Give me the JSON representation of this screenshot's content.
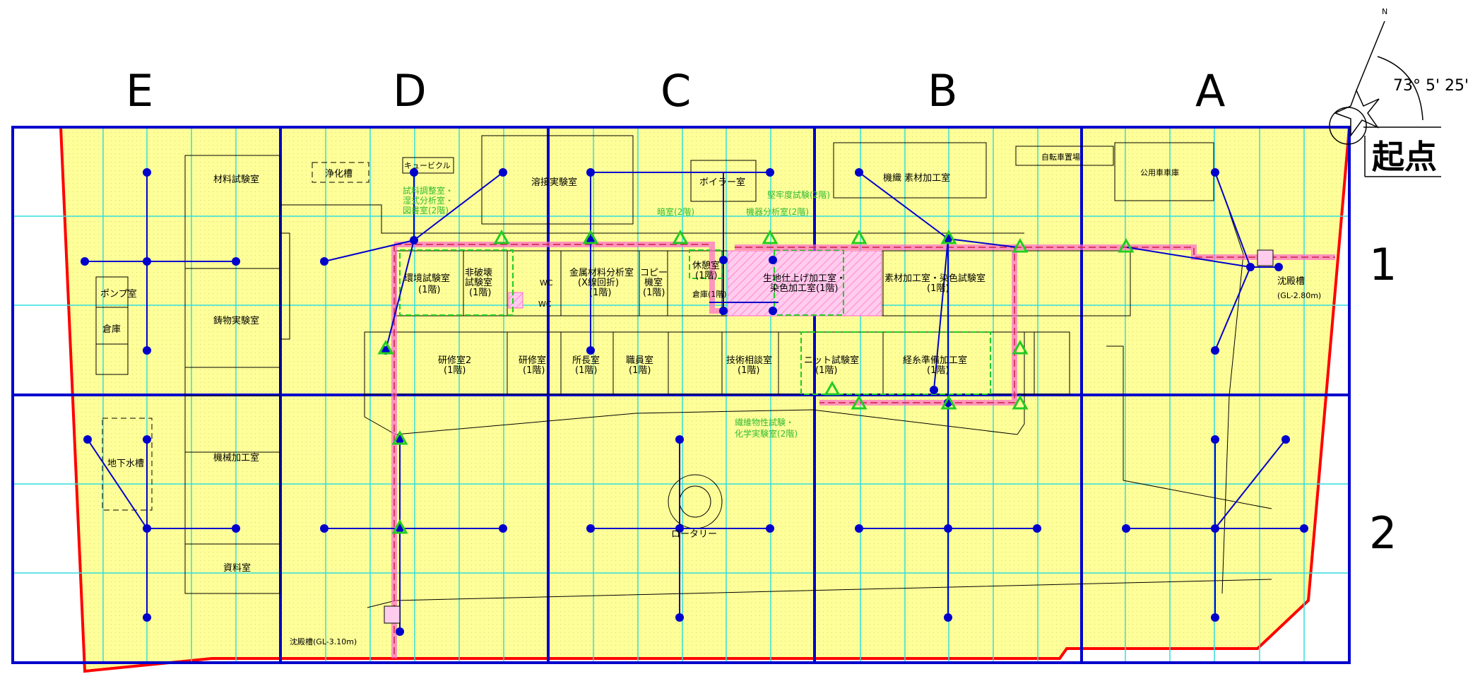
{
  "grid": {
    "columns": [
      "E",
      "D",
      "C",
      "B",
      "A"
    ],
    "rows": [
      "1",
      "2"
    ]
  },
  "origin": {
    "label": "起点",
    "angle": "73° 5' 25\"",
    "north": "N"
  },
  "rooms": {
    "zairyo": "材料試験室",
    "pump": "ポンプ室",
    "souko": "倉庫",
    "chuubutsu": "鋳物実験室",
    "chika": "地下水槽",
    "kikai": "機械加工室",
    "shiryo": "資料室",
    "joka": "浄化槽",
    "cubicle": "キュービクル",
    "yosetsu": "溶接実験室",
    "boiler": "ボイラー室",
    "kishoku": "機織 素材加工室",
    "jitensha": "自転車置場",
    "koyosha": "公用車車庫",
    "kankyo1": "環境試験室",
    "kankyo2": "(1階)",
    "hihakai1": "非破壊",
    "hihakai2": "試験室",
    "hihakai3": "(1階)",
    "wc1": "WC",
    "wc2": "WC",
    "kinzoku1": "金属材料分析室",
    "kinzoku2": "(X線回折)",
    "kinzoku3": "(1階)",
    "copy1": "コピー",
    "copy2": "機室",
    "copy3": "(1階)",
    "kyukei1": "休憩室",
    "kyukei2": "(1階)",
    "souko1f": "倉庫(1階)",
    "kiji1": "生地仕上げ加工室・",
    "kiji2": "染色加工室(1階)",
    "sozai1": "素材加工室・染色試験室",
    "sozai2": "(1階)",
    "kenshu2a": "研修室2",
    "kenshu2b": "(1階)",
    "kenshu1a": "研修室",
    "kenshu1b": "(1階)",
    "shocho1": "所長室",
    "shocho2": "(1階)",
    "shokuin1": "職員室",
    "shokuin2": "(1階)",
    "gijutsu1": "技術相談室",
    "gijutsu2": "(1階)",
    "knit1": "ニット試験室",
    "knit2": "(1階)",
    "keishi1": "経糸準備加工室",
    "keishi2": "(1階)",
    "rotary": "ロータリー",
    "chinden1": "沈殿槽",
    "chinden1gl": "(GL-2.80m)",
    "chinden2": "沈殿槽(GL-3.10m)"
  },
  "green_labels": {
    "shiryo1": "試料調整室・",
    "shiryo2": "湿式分析室・",
    "shiryo3": "図書室(2階)",
    "anshitsu": "暗室(2階)",
    "kenrodo": "堅牢度試験(2階)",
    "kiki": "機器分析室(2階)",
    "seni1": "繊維物性試験・",
    "seni2": "化学実験室(2階)"
  },
  "colors": {
    "site_fill": "#ffff99",
    "site_outline": "#ff0000",
    "main_grid": "#0000cc",
    "sub_grid": "#33dddd",
    "survey_line": "#0000cc",
    "pipe": "#ff66cc",
    "triangle": "#22cc22"
  }
}
